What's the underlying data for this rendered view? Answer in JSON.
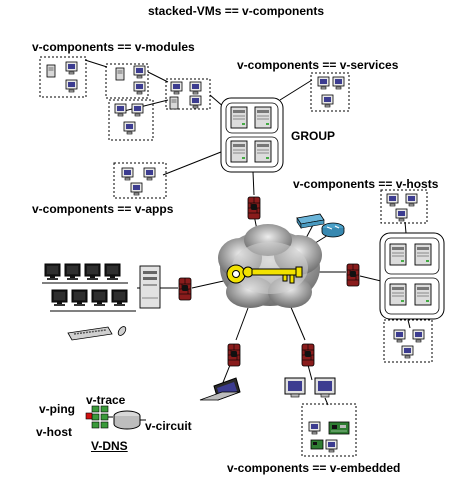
{
  "title": "stacked-VMs == v-components",
  "labels": {
    "modules": "v-components == v-modules",
    "services": "v-components == v-services",
    "group": "GROUP",
    "hosts": "v-components ==  v-hosts",
    "apps": "v-components == v-apps",
    "embedded": "v-components ==  v-embedded"
  },
  "legend": {
    "trace": "v-trace",
    "ping": "v-ping",
    "host": "v-host",
    "circuit": "v-circuit",
    "dns": "V-DNS"
  },
  "colors": {
    "cloud": "#9a9a9a",
    "key": "#f2e200",
    "firewall": "#8a1c1c",
    "router": "#4aa0c8",
    "screen": "#3c3c90"
  },
  "icons": [
    "computer-icon",
    "server-icon",
    "firewall-icon",
    "key-icon",
    "cloud-icon",
    "router-icon",
    "switch-icon",
    "laptop-icon",
    "monitor-icon",
    "keyboard-icon",
    "mouse-icon",
    "circuit-board-icon",
    "database-icon"
  ]
}
